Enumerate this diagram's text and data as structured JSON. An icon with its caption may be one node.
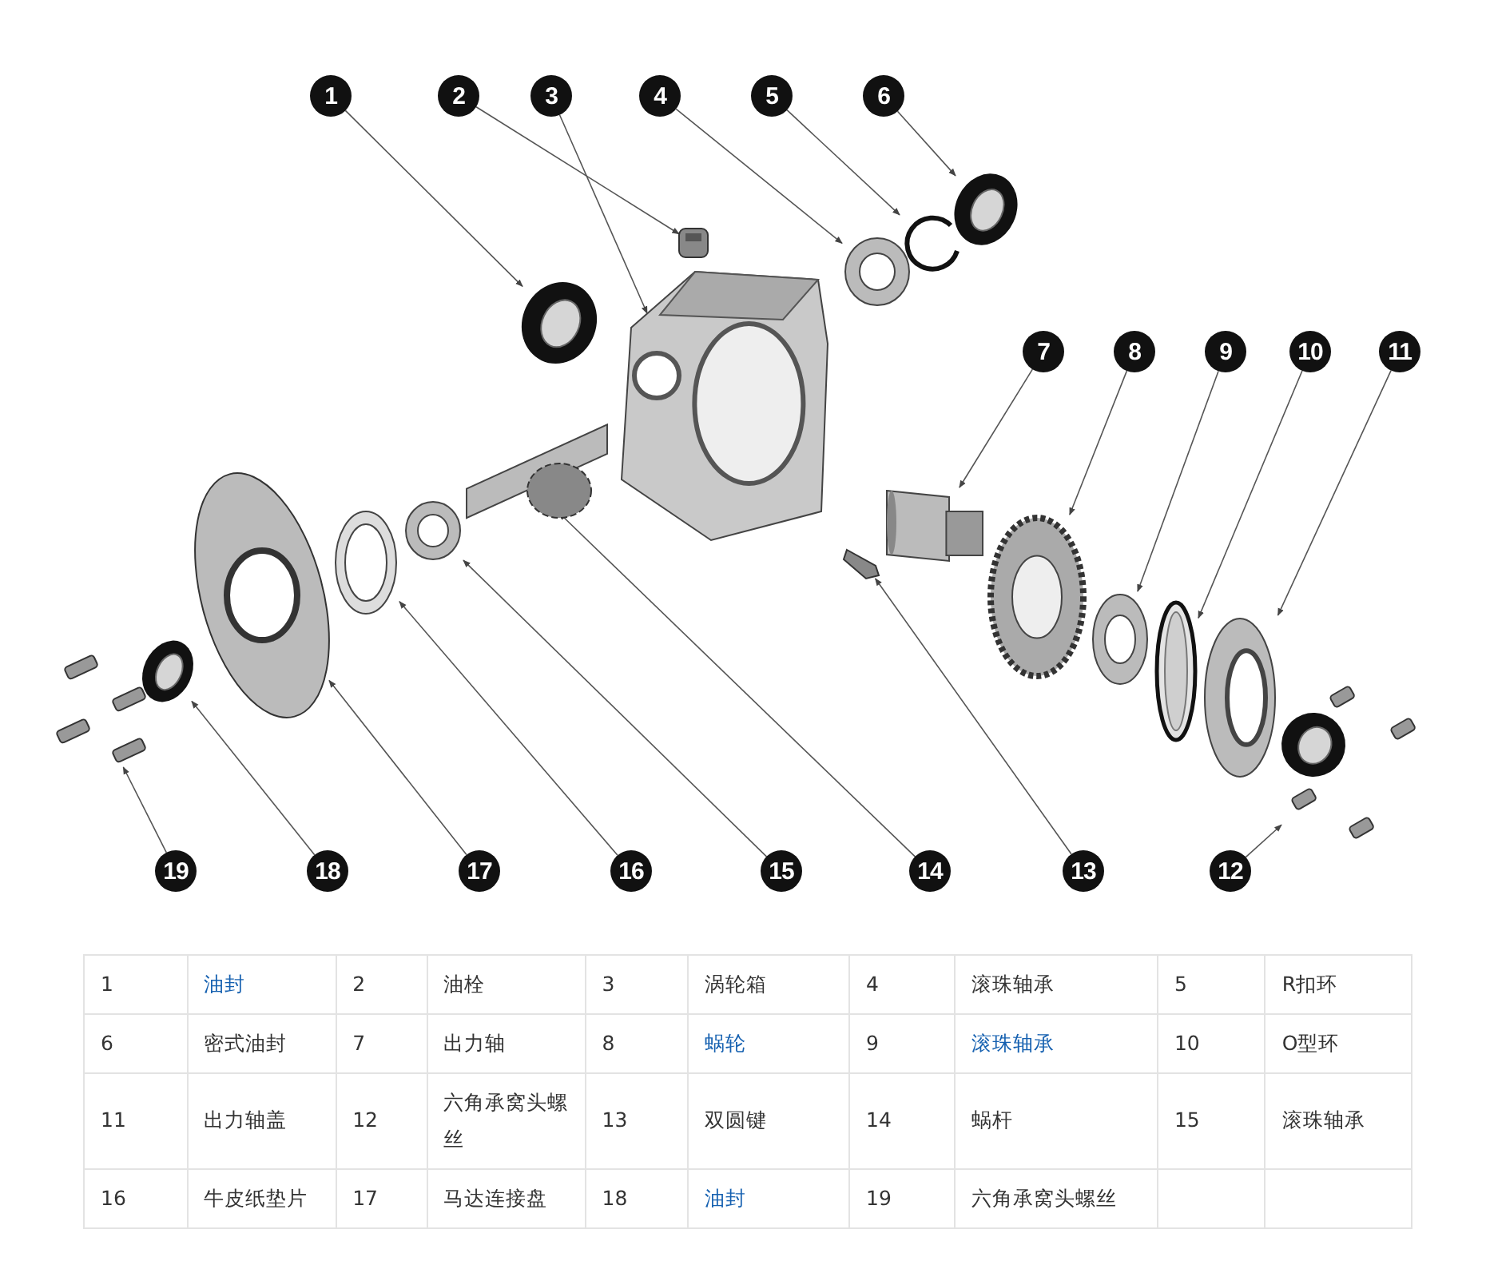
{
  "diagram": {
    "nodes": [
      {
        "text": [
          "1"
        ]
      },
      {
        "text": [
          "2"
        ]
      },
      {
        "text": [
          "3"
        ]
      },
      {
        "text": [
          "4"
        ]
      },
      {
        "text": [
          "5"
        ]
      },
      {
        "text": [
          "6"
        ]
      },
      {
        "text": [
          "7"
        ]
      },
      {
        "text": [
          "8"
        ]
      },
      {
        "text": [
          "9"
        ]
      },
      {
        "text": [
          "10"
        ]
      },
      {
        "text": [
          "11"
        ]
      },
      {
        "text": [
          "12"
        ]
      },
      {
        "text": [
          "13"
        ]
      },
      {
        "text": [
          "14"
        ]
      },
      {
        "text": [
          "15"
        ]
      },
      {
        "text": [
          "16"
        ]
      },
      {
        "text": [
          "17"
        ]
      },
      {
        "text": [
          "18"
        ]
      },
      {
        "text": [
          "19"
        ]
      },
      {
        "text": [],
        "shape": "picture"
      },
      {
        "text": [],
        "shape": "picture"
      },
      {
        "text": [],
        "shape": "picture"
      },
      {
        "text": [],
        "shape": "picture"
      },
      {
        "text": [],
        "shape": "picture"
      },
      {
        "text": [],
        "shape": "picture"
      },
      {
        "text": [],
        "shape": "picture"
      },
      {
        "text": [],
        "shape": "picture"
      },
      {
        "text": [],
        "shape": "picture"
      },
      {
        "text": [],
        "shape": "picture"
      },
      {
        "text": [],
        "shape": "picture"
      },
      {
        "text": [],
        "shape": "picture"
      },
      {
        "text": [],
        "shape": "picture"
      },
      {
        "text": [],
        "shape": "picture"
      },
      {
        "text": [],
        "shape": "picture"
      },
      {
        "text": [],
        "shape": "picture"
      },
      {
        "text": [],
        "shape": "picture"
      },
      {
        "text": [],
        "shape": "picture"
      },
      {
        "text": [],
        "shape": "picture"
      }
    ],
    "edges": [
      {
        "from": 0,
        "to": 19,
        "arrow": "to"
      },
      {
        "from": 1,
        "to": 20,
        "arrow": "to"
      },
      {
        "from": 2,
        "to": 21,
        "arrow": "to"
      },
      {
        "from": 3,
        "to": 22,
        "arrow": "to"
      },
      {
        "from": 4,
        "to": 23,
        "arrow": "to"
      },
      {
        "from": 5,
        "to": 24,
        "arrow": "to"
      },
      {
        "from": 6,
        "to": 25,
        "arrow": "to"
      },
      {
        "from": 7,
        "to": 26,
        "arrow": "to"
      },
      {
        "from": 8,
        "to": 27,
        "arrow": "to"
      },
      {
        "from": 9,
        "to": 28,
        "arrow": "to"
      },
      {
        "from": 10,
        "to": 29,
        "arrow": "to"
      },
      {
        "from": 11,
        "to": 30,
        "arrow": "to"
      },
      {
        "from": 12,
        "to": 31,
        "arrow": "to"
      },
      {
        "from": 13,
        "to": 32,
        "arrow": "to"
      },
      {
        "from": 14,
        "to": 33,
        "arrow": "to"
      },
      {
        "from": 15,
        "to": 34,
        "arrow": "to"
      },
      {
        "from": 16,
        "to": 35,
        "arrow": "to"
      },
      {
        "from": 17,
        "to": 36,
        "arrow": "to"
      },
      {
        "from": 18,
        "to": 37,
        "arrow": "to"
      }
    ],
    "labels": [
      "1",
      "油封",
      "2",
      "油栓",
      "3",
      "涡轮箱",
      "4",
      "滚珠轴承",
      "5",
      "R扣环",
      "6",
      "密式油封",
      "7",
      "出力轴",
      "8",
      "蜗轮",
      "9",
      "滚珠轴承",
      "10",
      "O型环",
      "11",
      "出力轴盖",
      "12",
      "六角承窝头螺丝",
      "13",
      "双圆键",
      "14",
      "蜗杆",
      "15",
      "滚珠轴承",
      "16",
      "牛皮纸垫片",
      "17",
      "马达连接盘",
      "18",
      "油封",
      "19",
      "六角承窝头螺丝"
    ]
  }
}
